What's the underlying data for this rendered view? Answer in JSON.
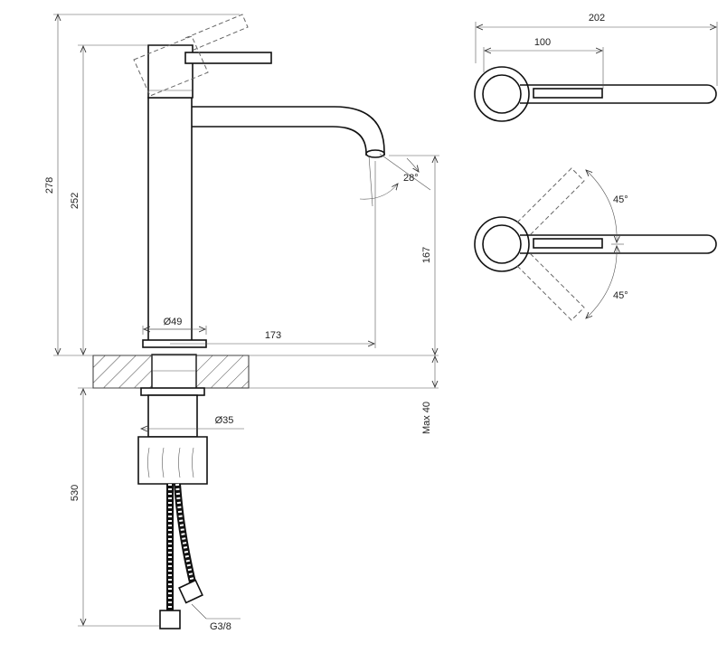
{
  "drawing": {
    "side_view": {
      "total_height": "278",
      "body_height": "252",
      "spout_height": "167",
      "spout_reach": "173",
      "body_diameter": "Ø49",
      "shank_diameter": "Ø35",
      "spout_angle": "28°",
      "max_deck": "Max 40",
      "hose_length": "530",
      "hose_thread": "G3/8"
    },
    "top_view": {
      "overall_length": "202",
      "lever_length": "100",
      "rotation_up": "45°",
      "rotation_down": "45°"
    }
  }
}
